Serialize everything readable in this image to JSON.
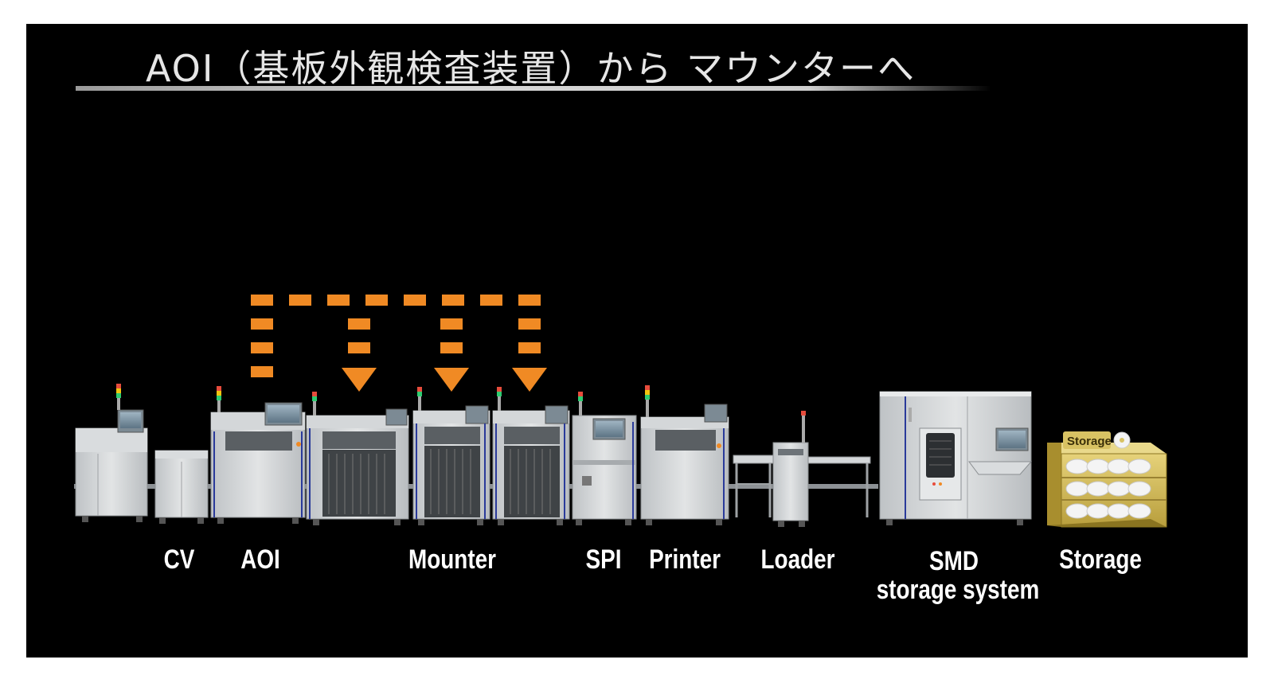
{
  "title": "AOI（基板外観検査装置）から マウンターへ",
  "labels": {
    "cv": "CV",
    "aoi": "AOI",
    "mounter": "Mounter",
    "spi": "SPI",
    "printer": "Printer",
    "loader": "Loader",
    "smd_line1": "SMD",
    "smd_line2": "storage system",
    "storage": "Storage"
  },
  "storage_sign": "Storage",
  "colors": {
    "background": "#000000",
    "arrow": "#f08a24",
    "machine_body": "#cfd2d4",
    "storage_rack": "#d8c263",
    "label": "#ffffff"
  },
  "feedback_flow": {
    "source": "AOI",
    "targets": [
      "Mounter 1",
      "Mounter 2",
      "Mounter 3"
    ],
    "icon": "dashed-arrow-down"
  }
}
